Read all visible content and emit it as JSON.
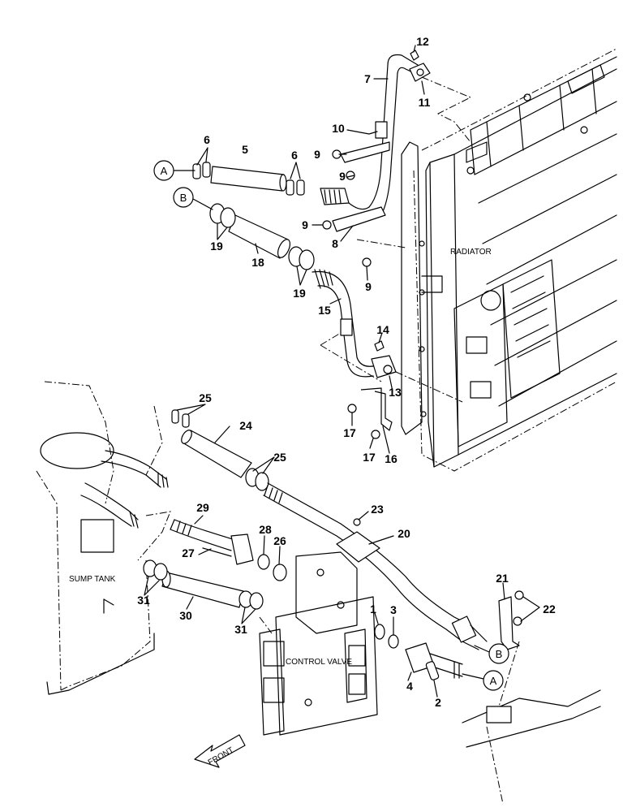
{
  "labels": {
    "radiator": "RADIATOR",
    "sump_tank": "SUMP TANK",
    "control_valve": "CONTROL VALVE",
    "front": "FRONT"
  },
  "refs": {
    "a": "A",
    "b": "B"
  },
  "parts": {
    "p1": "1",
    "p2": "2",
    "p3": "3",
    "p4": "4",
    "p5": "5",
    "p6": "6",
    "p7": "7",
    "p8": "8",
    "p9": "9",
    "p10": "10",
    "p11": "11",
    "p12": "12",
    "p13": "13",
    "p14": "14",
    "p15": "15",
    "p16": "16",
    "p17": "17",
    "p18": "18",
    "p19": "19",
    "p20": "20",
    "p21": "21",
    "p22": "22",
    "p23": "23",
    "p24": "24",
    "p25": "25",
    "p26": "26",
    "p27": "27",
    "p28": "28",
    "p29": "29",
    "p30": "30",
    "p31": "31"
  }
}
